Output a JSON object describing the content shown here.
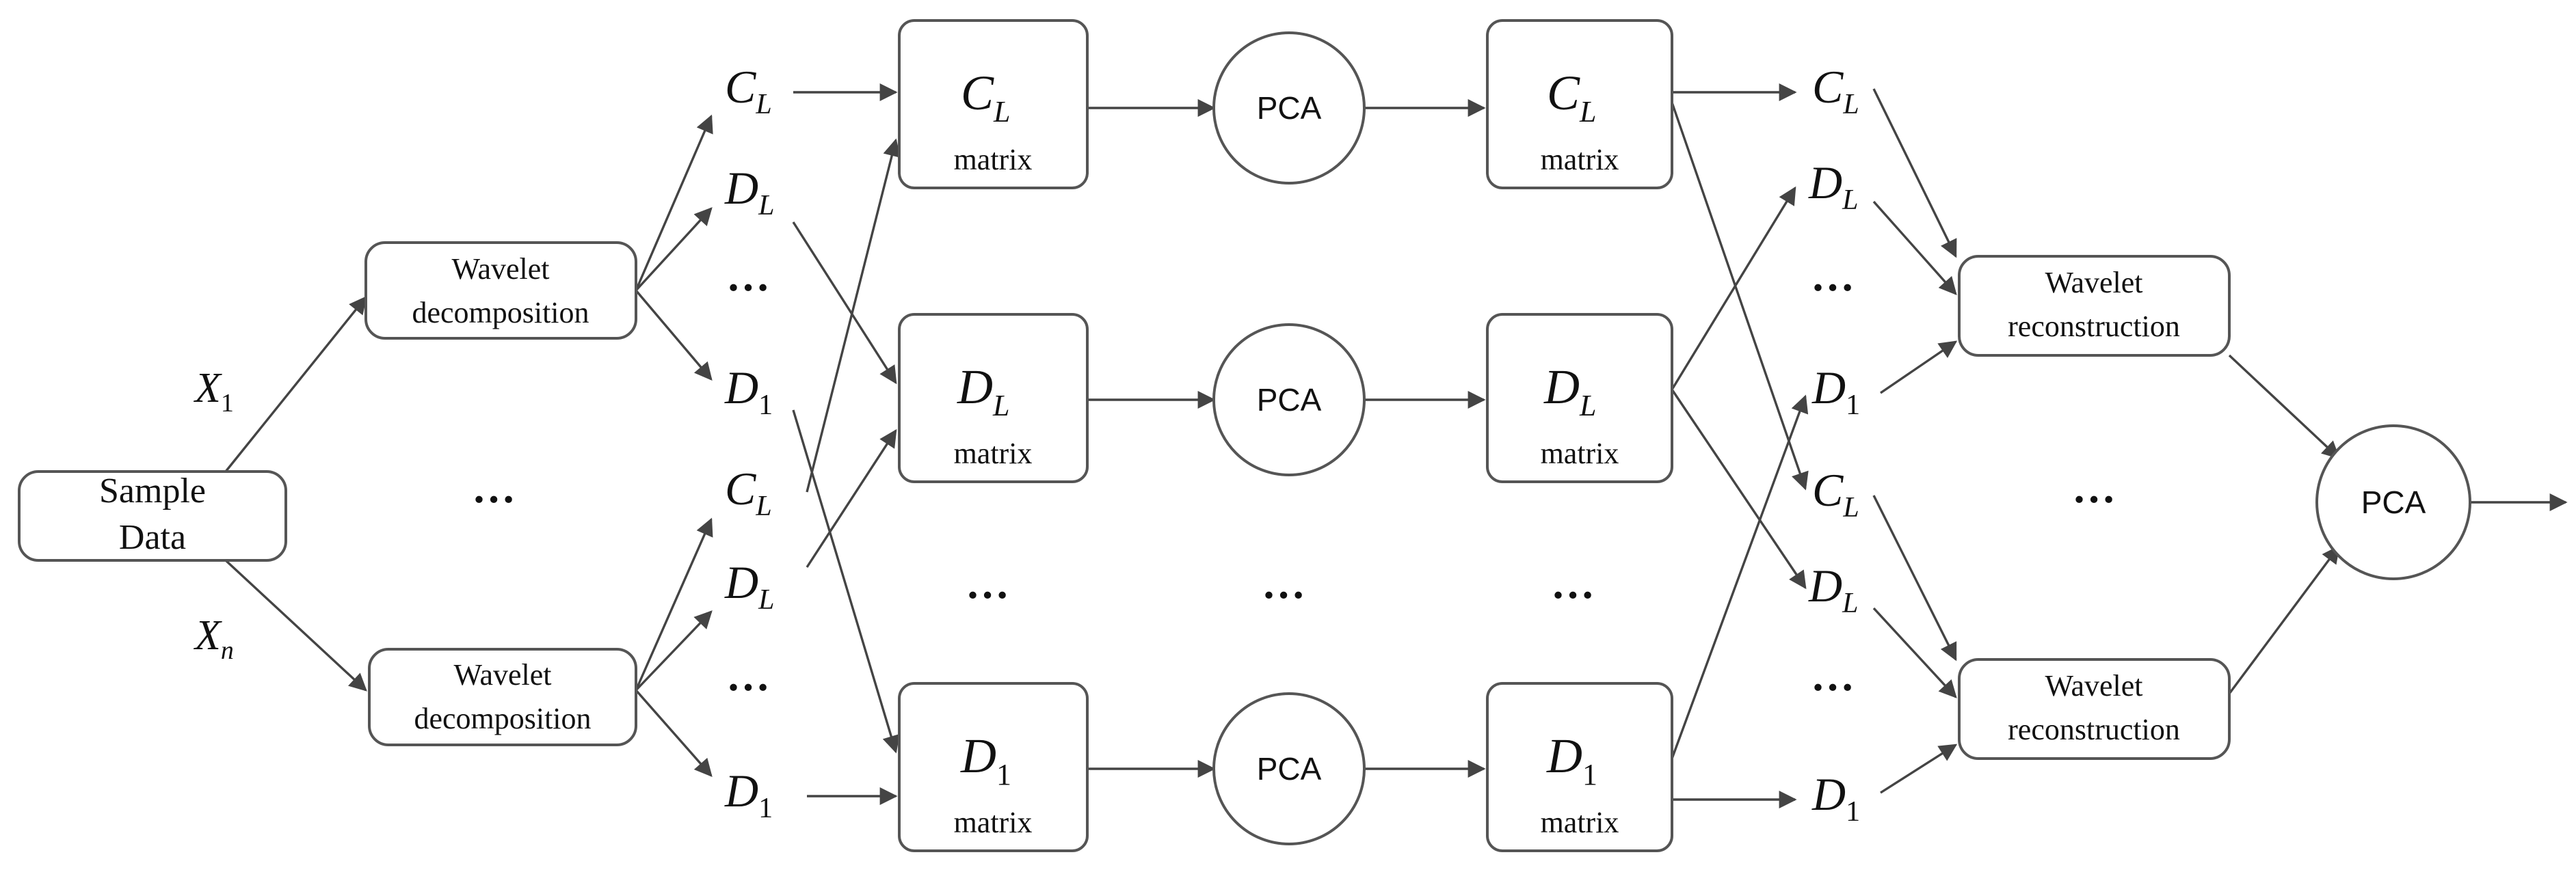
{
  "sample_data": {
    "line1": "Sample",
    "line2": "Data"
  },
  "wavelet_decomposition": {
    "line1": "Wavelet",
    "line2": "decomposition"
  },
  "wavelet_reconstruction": {
    "line1": "Wavelet",
    "line2": "reconstruction"
  },
  "pca_label": "PCA",
  "matrix_label": "matrix",
  "inputs": {
    "x1": {
      "base": "X",
      "sub": "1"
    },
    "xn": {
      "base": "X",
      "sub": "n"
    }
  },
  "coeff": {
    "C": "C",
    "D": "D",
    "sub_L": "L",
    "sub_1": "1"
  },
  "ellipsis": "…"
}
